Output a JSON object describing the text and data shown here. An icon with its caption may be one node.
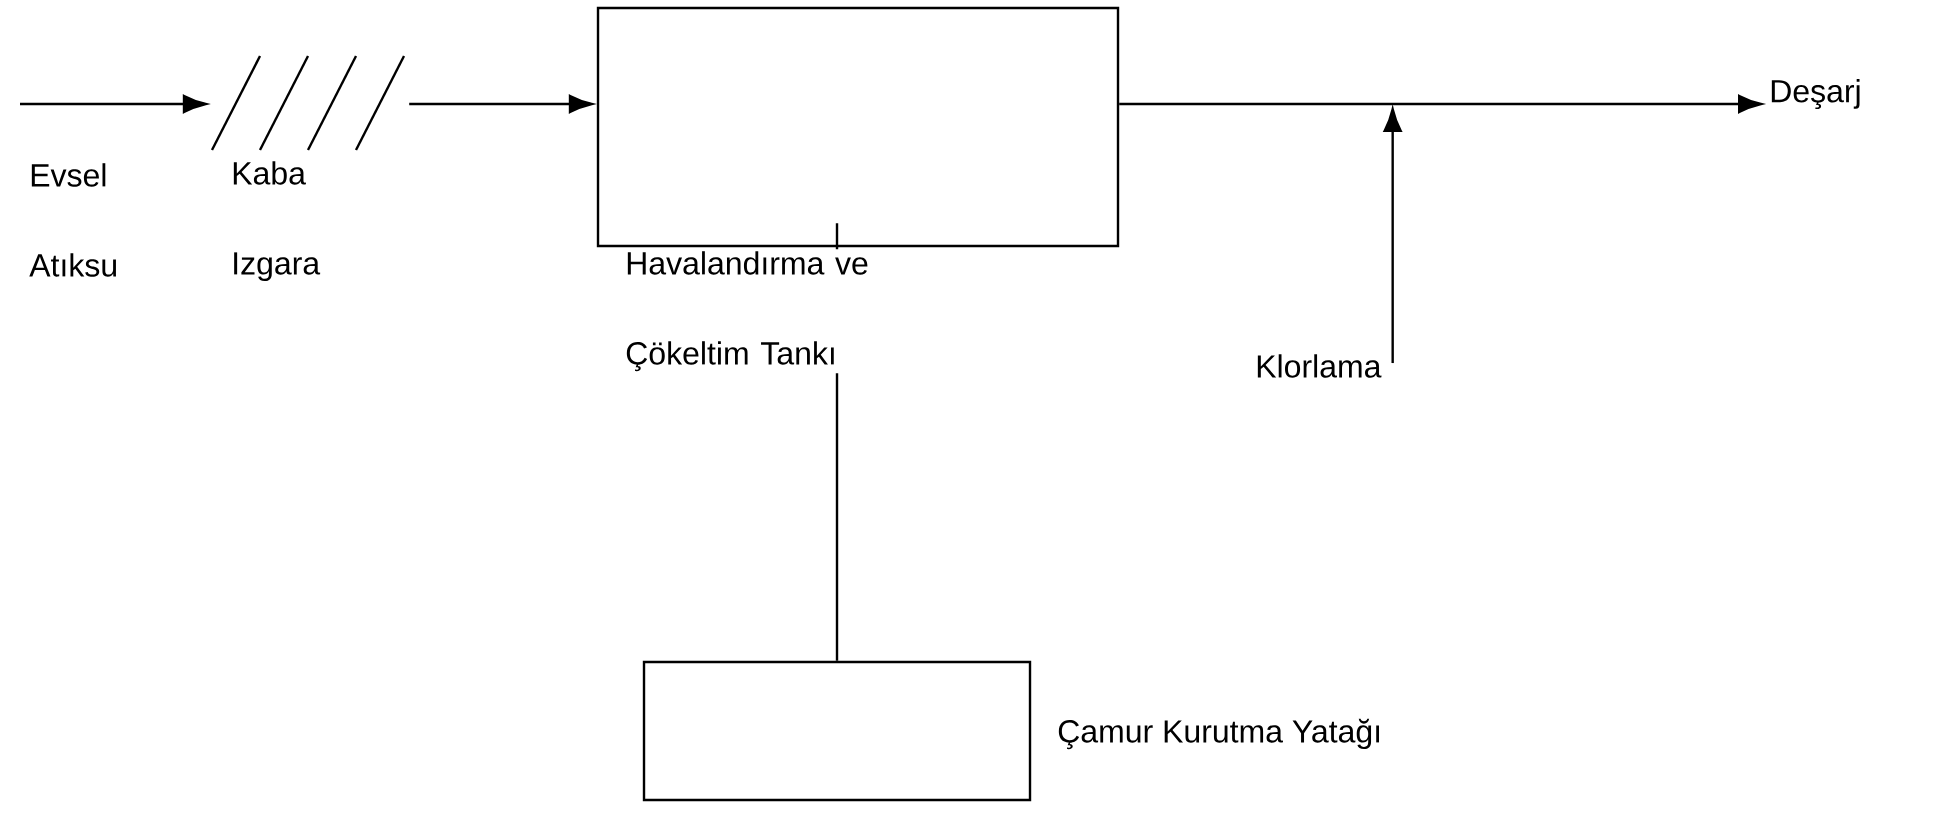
{
  "diagram": {
    "nodes": [
      {
        "text": [
          "Kaba Izgara"
        ]
      },
      {
        "text": [
          "Havalandırma ve Çökeltim Tankı"
        ]
      },
      {
        "text": [
          "Deşarj"
        ]
      },
      {
        "text": [
          "Klorlama"
        ]
      },
      {
        "text": [
          "Çamur Kurutma Yatağı"
        ]
      }
    ],
    "edges": [
      {
        "from": null,
        "to": 0,
        "arrow": "to",
        "label": "Evsel Atıksu"
      },
      {
        "from": 0,
        "to": 1,
        "arrow": "to"
      },
      {
        "from": 1,
        "to": 2,
        "arrow": "to"
      },
      {
        "from": 3,
        "to": null,
        "arrow": "to"
      },
      {
        "from": 1,
        "to": 4,
        "arrow": "none"
      }
    ]
  }
}
